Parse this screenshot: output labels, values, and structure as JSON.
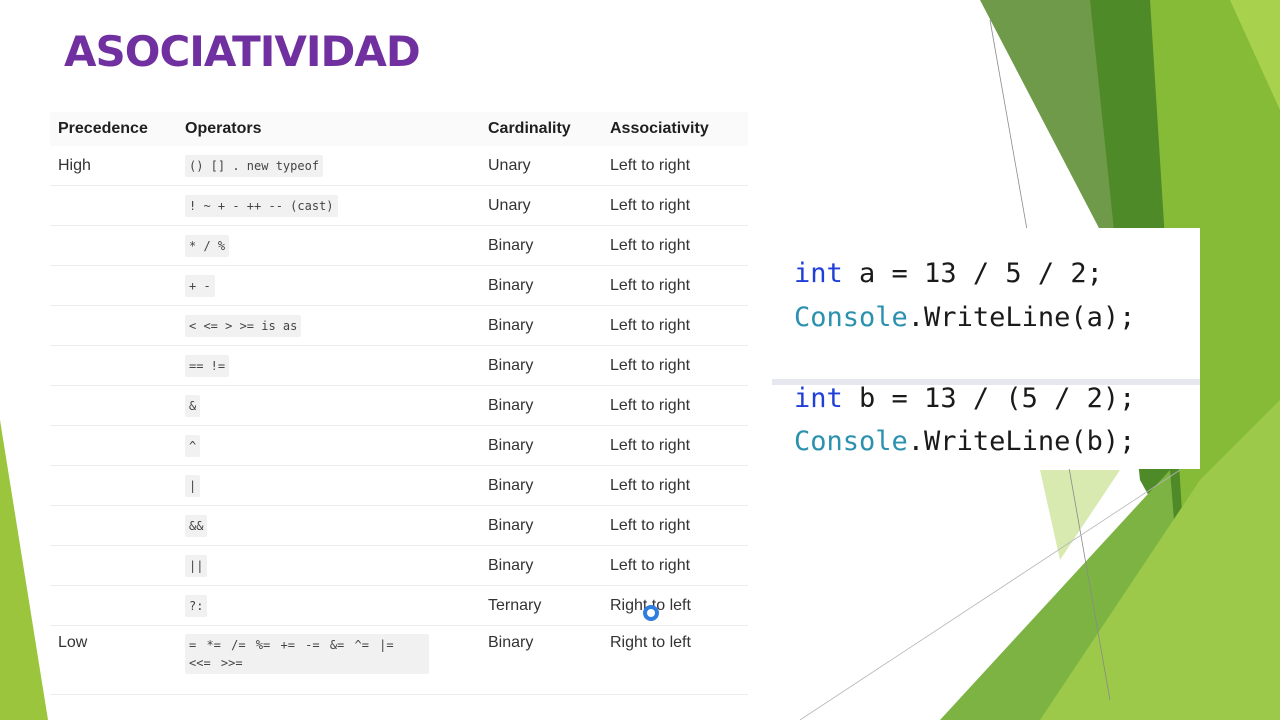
{
  "title": "ASOCIATIVIDAD",
  "colors": {
    "title": "#7030a0",
    "green_light": "#9bc53d",
    "green_mid": "#7cb342",
    "green_dark": "#4f8a28",
    "green_olive": "#6e9a4a",
    "keyword": "#1f3fd8",
    "type": "#2b91af"
  },
  "table": {
    "headers": [
      "Precedence",
      "Operators",
      "Cardinality",
      "Associativity"
    ],
    "rows": [
      {
        "precedence": "High",
        "operators": "() [] . new typeof",
        "cardinality": "Unary",
        "associativity": "Left to right"
      },
      {
        "precedence": "",
        "operators": "! ~ + - ++ -- (cast)",
        "cardinality": "Unary",
        "associativity": "Left to right"
      },
      {
        "precedence": "",
        "operators": "* / %",
        "cardinality": "Binary",
        "associativity": "Left to right"
      },
      {
        "precedence": "",
        "operators": "+ -",
        "cardinality": "Binary",
        "associativity": "Left to right"
      },
      {
        "precedence": "",
        "operators": "< <= > >= is as",
        "cardinality": "Binary",
        "associativity": "Left to right"
      },
      {
        "precedence": "",
        "operators": "== !=",
        "cardinality": "Binary",
        "associativity": "Left to right"
      },
      {
        "precedence": "",
        "operators": "&",
        "cardinality": "Binary",
        "associativity": "Left to right"
      },
      {
        "precedence": "",
        "operators": "^",
        "cardinality": "Binary",
        "associativity": "Left to right"
      },
      {
        "precedence": "",
        "operators": "|",
        "cardinality": "Binary",
        "associativity": "Left to right"
      },
      {
        "precedence": "",
        "operators": "&&",
        "cardinality": "Binary",
        "associativity": "Left to right"
      },
      {
        "precedence": "",
        "operators": "||",
        "cardinality": "Binary",
        "associativity": "Left to right"
      },
      {
        "precedence": "",
        "operators": "?:",
        "cardinality": "Ternary",
        "associativity": "Right to left"
      },
      {
        "precedence": "Low",
        "operators": "= *= /= %= += -= &= ^= |= <<= >>=",
        "cardinality": "Binary",
        "associativity": "Right to left"
      }
    ]
  },
  "code": {
    "line1": {
      "kw": "int",
      "rest": " a = 13 / 5 / 2;"
    },
    "line2": {
      "type": "Console",
      "rest": ".WriteLine(a);"
    },
    "line3": {
      "kw": "int",
      "rest": " b = 13 / (5 / 2);"
    },
    "line4": {
      "type": "Console",
      "rest": ".WriteLine(b);"
    }
  }
}
